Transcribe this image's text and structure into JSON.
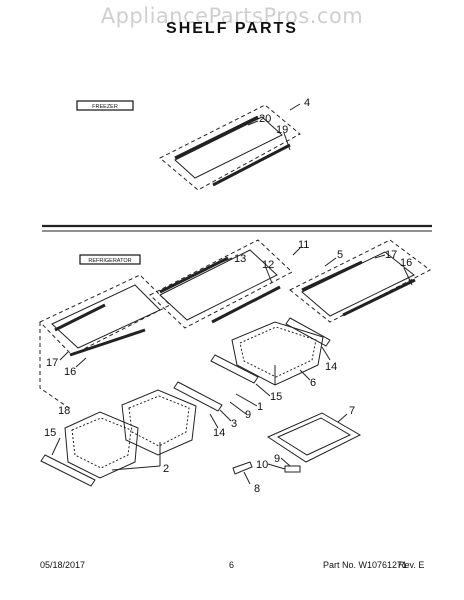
{
  "watermark": "AppliancePartsPros.com",
  "title": "SHELF PARTS",
  "freezer_label": "FREEZER",
  "refrigerator_label": "REFRIGERATOR",
  "callouts": {
    "c4": "4",
    "c20": "20",
    "c19": "19",
    "c11": "11",
    "c13": "13",
    "c12": "12",
    "c5": "5",
    "c17a": "17",
    "c16a": "16",
    "c17b": "17",
    "c16b": "16",
    "c18": "18",
    "c14a": "14",
    "c6": "6",
    "c15a": "15",
    "c1": "1",
    "c9a": "9",
    "c3": "3",
    "c14b": "14",
    "c15b": "15",
    "c2": "2",
    "c7": "7",
    "c9b": "9",
    "c10": "10",
    "c8": "8"
  },
  "footer": {
    "date": "05/18/2017",
    "page": "6",
    "part_no": "Part No. W10761271",
    "rev": "Rev. E"
  }
}
